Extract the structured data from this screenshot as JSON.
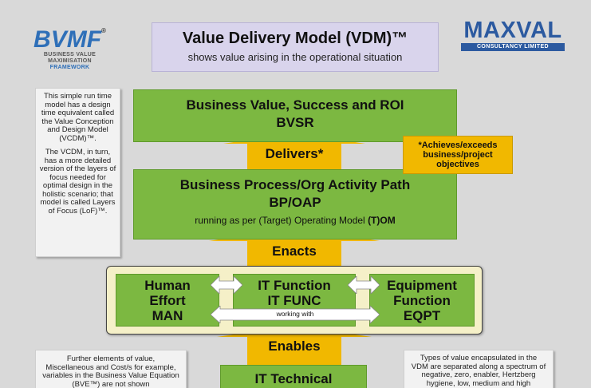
{
  "logos": {
    "bvmf": {
      "mark": "BVMF",
      "reg": "®",
      "line1": "BUSINESS VALUE",
      "line2": "MAXIMISATION",
      "line3": "FRAMEWORK"
    },
    "maxval": {
      "mark": "MAXVAL",
      "sub": "CONSULTANCY LIMITED"
    }
  },
  "title": {
    "main": "Value Delivery Model (VDM)™",
    "sub": "shows value arising in the operational situation"
  },
  "notes": {
    "left_top_p1": "This simple run time model has a design time equivalent called the Value Conception and Design Model (VCDM)™.",
    "left_top_p2": "The VCDM, in turn, has a more detailed version of the layers of focus needed for optimal design in the holistic scenario; that model is called Layers of Focus (LoF)™.",
    "left_bottom": "Further elements of value, Miscellaneous and Cost/s for example, variables in the Business Value Equation (BVE™) are not shown",
    "right_bottom": "Types of value encapsulated in the VDM are separated along a spectrum of negative, zero, enabler, Hertzberg hygiene, low, medium and high"
  },
  "blocks": {
    "bvsr": {
      "line1": "Business Value, Success and ROI",
      "line2": "BVSR"
    },
    "bpoap": {
      "line1": "Business Process/Org Activity Path",
      "line2": "BP/OAP",
      "line3_pre": "running as per (Target) Operating Model ",
      "line3_bold": "(T)OM"
    },
    "man": {
      "line1": "Human",
      "line2": "Effort",
      "line3": "MAN"
    },
    "it": {
      "line1": "IT Function",
      "line2": "IT FUNC"
    },
    "eqpt": {
      "line1": "Equipment",
      "line2": "Function",
      "line3": "EQPT"
    },
    "working_with": "working with",
    "ittech": {
      "line1": "IT Technical"
    }
  },
  "arrows": {
    "delivers": "Delivers*",
    "enacts": "Enacts",
    "enables": "Enables"
  },
  "achieves": {
    "line1": "*Achieves/exceeds",
    "line2": "business/project",
    "line3": "objectives"
  },
  "colors": {
    "green": "#7cb841",
    "amber": "#f1b800",
    "title_bg": "#d9d4ec",
    "band_bg": "#f5f0c8",
    "brand_blue": "#2c5aa0"
  }
}
